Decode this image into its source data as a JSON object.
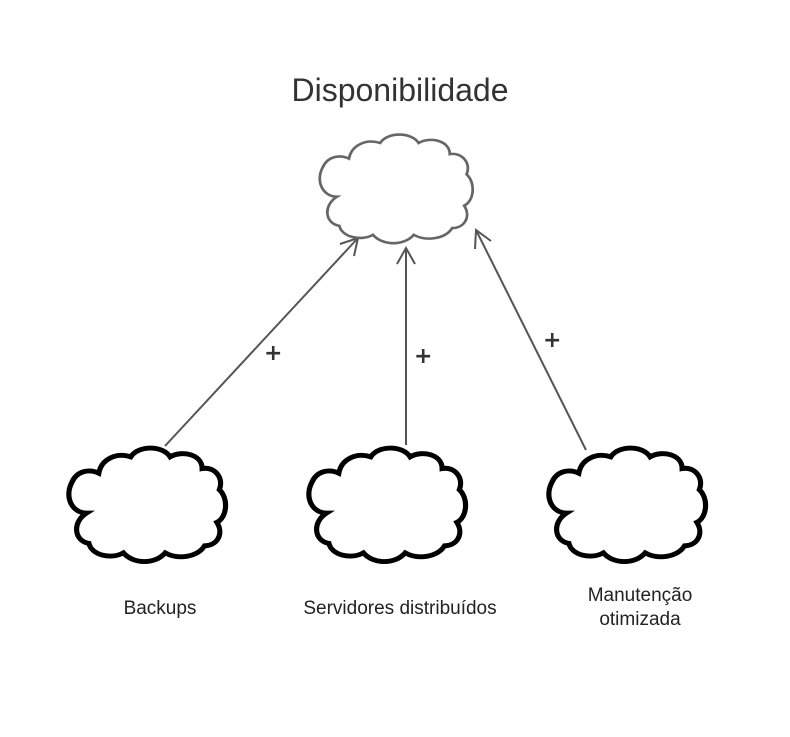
{
  "diagram": {
    "title": "Disponibilidade",
    "nodes": {
      "backups": "Backups",
      "servers": "Servidores distribuídos",
      "maintenance_line1": "Manutenção",
      "maintenance_line2": "otimizada"
    },
    "edge_labels": {
      "backups_to_goal": "+",
      "servers_to_goal": "+",
      "maintenance_to_goal": "+"
    }
  }
}
